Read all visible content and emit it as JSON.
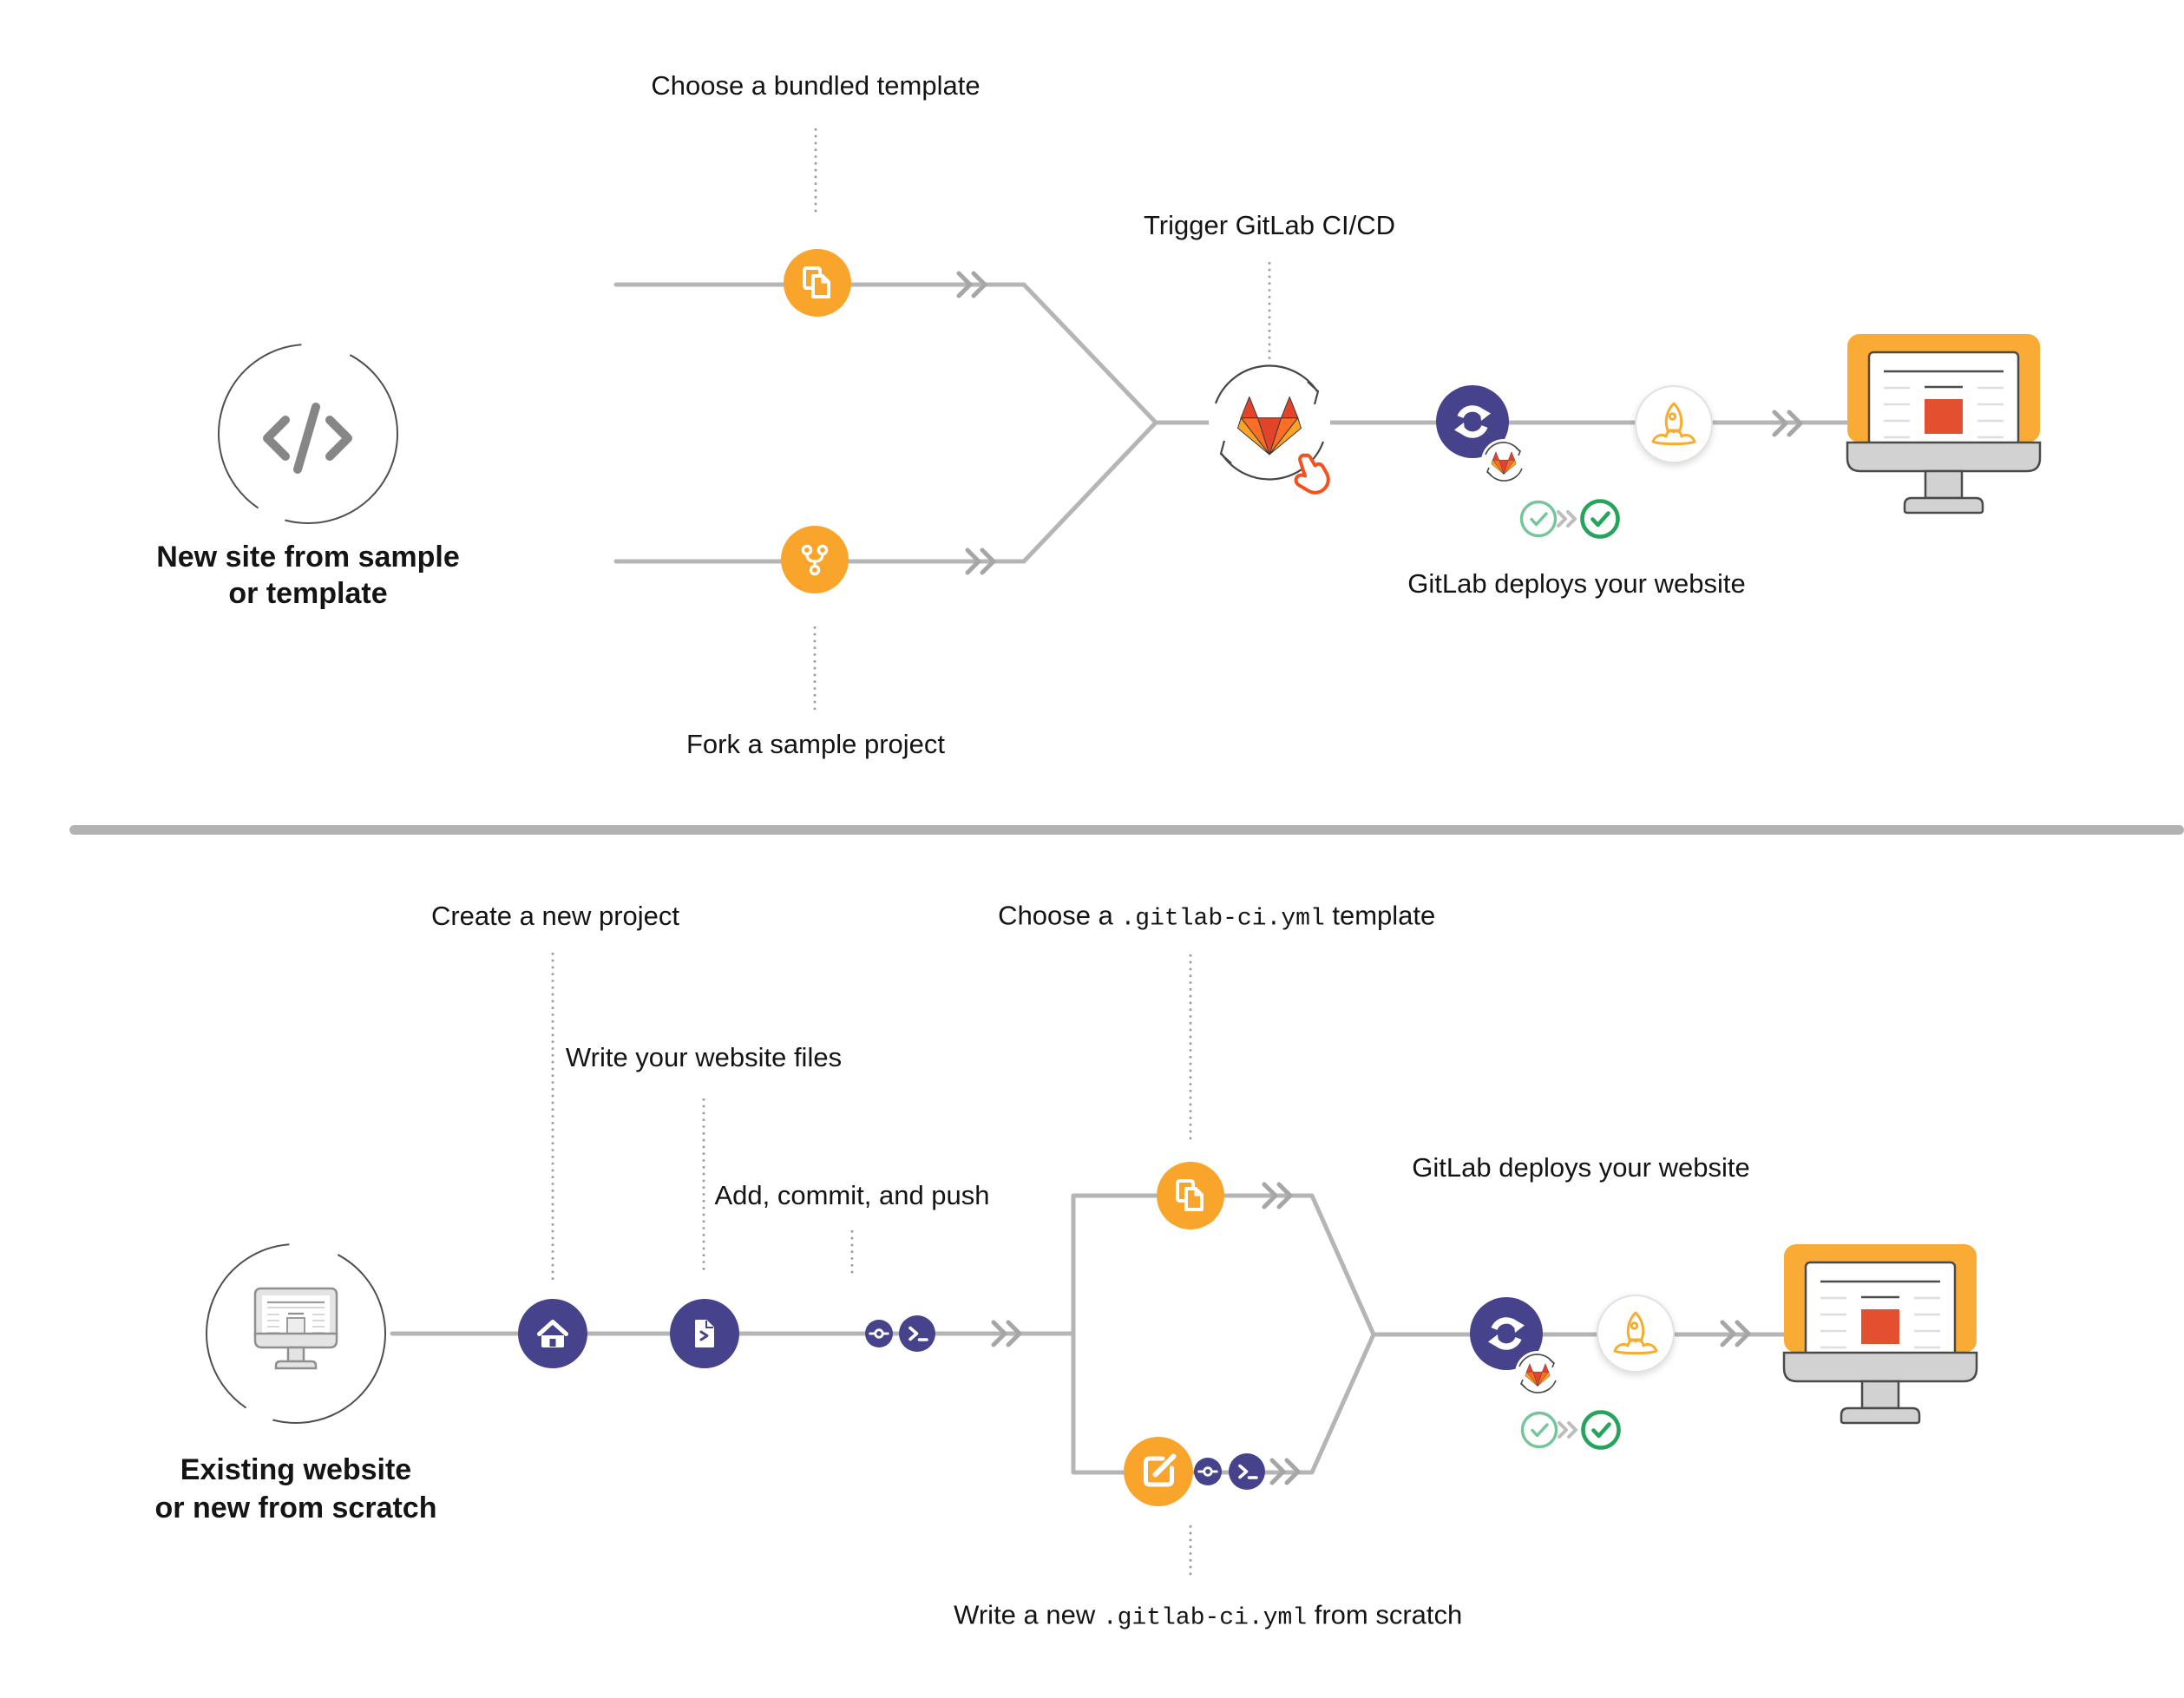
{
  "top_flow": {
    "source": {
      "line1": "New site from sample",
      "line2": "or template"
    },
    "steps": {
      "choose_template": "Choose a bundled template",
      "fork_project": "Fork a sample project",
      "trigger": "Trigger GitLab CI/CD",
      "deploy": "GitLab deploys your website"
    }
  },
  "bottom_flow": {
    "source": {
      "line1": "Existing website",
      "line2": "or new from scratch"
    },
    "steps": {
      "create_project": "Create a new project",
      "write_files": "Write your website files",
      "add_commit_push": "Add, commit, and push",
      "choose_ci": {
        "prefix": "Choose a ",
        "code": ".gitlab-ci.yml",
        "suffix": " template"
      },
      "write_ci": {
        "prefix": "Write a new ",
        "code": ".gitlab-ci.yml",
        "suffix": " from scratch"
      },
      "deploy": "GitLab deploys your website"
    }
  },
  "icons": {
    "code-icon": "</>",
    "copy-document-icon": "overlapping documents",
    "fork-icon": "git fork",
    "gitlab-tanuki-icon": "GitLab fox logo",
    "cycle-arrows-icon": "circular arrows",
    "hand-pointer-icon": "click hand",
    "ci-sync-icon": "sync arrows",
    "check-icon": "check mark",
    "rocket-icon": "rocket launch",
    "monitor-icon": "website on monitor",
    "home-icon": "home / new project",
    "file-code-icon": "script file",
    "commit-icon": "git commit",
    "terminal-icon": "terminal prompt",
    "edit-icon": "pencil edit square"
  },
  "colors": {
    "step_orange": "#F9A52B",
    "step_purple": "#46428B",
    "line_gray": "#B5B5B5",
    "check_green_light": "#74C69A",
    "check_green_dark": "#27A45C",
    "tanuki_red": "#E24329",
    "tanuki_orange": "#FC6D26",
    "tanuki_yellow": "#FCA326",
    "monitor_orange": "#FAAB35",
    "screen_red": "#E2502F",
    "hand_orange": "#F4511E",
    "rocket_orange": "#F8AC2E"
  }
}
